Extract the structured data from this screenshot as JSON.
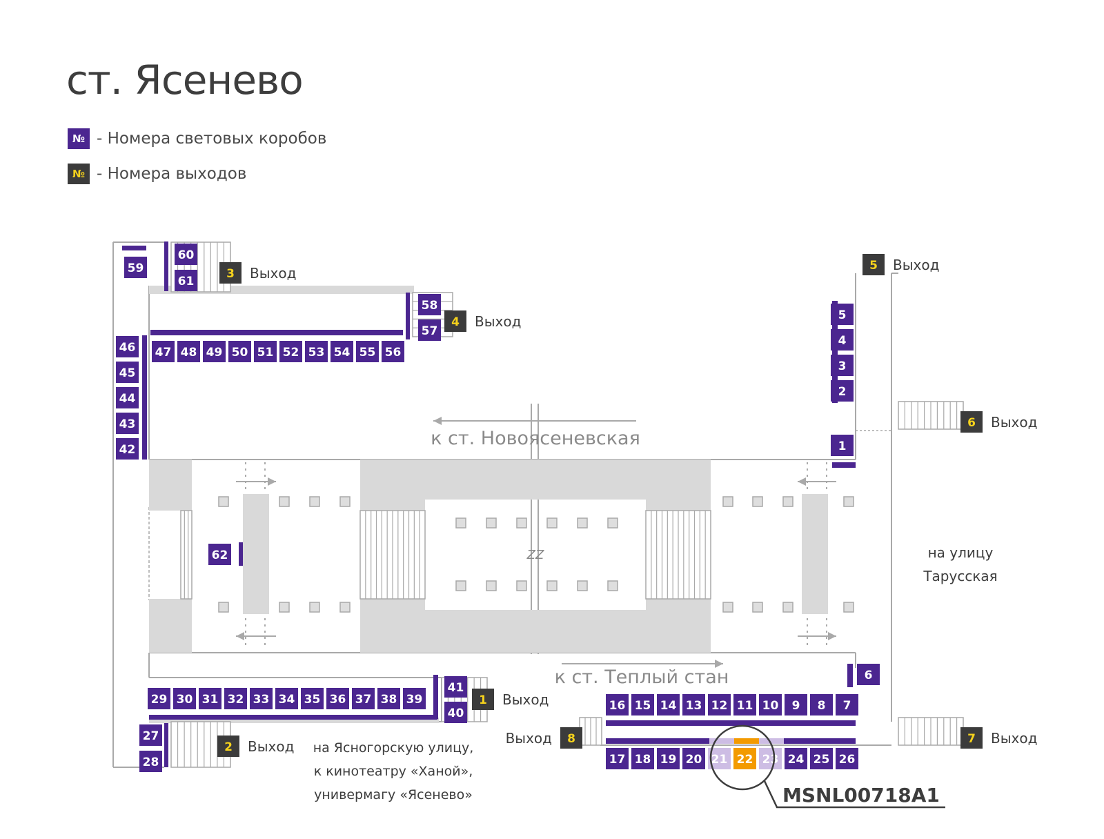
{
  "title": "ст. Ясенево",
  "legend": [
    {
      "symbol": "№",
      "label": "- Номера световых коробов",
      "kind": "box"
    },
    {
      "symbol": "№",
      "label": "- Номера выходов",
      "kind": "exit"
    }
  ],
  "colors": {
    "box": "#4b2690",
    "box_faded": "#cdbde4",
    "highlight": "#f39a00",
    "exit_bg": "#3b3b3b",
    "exit_text": "#f5d21c",
    "wall": "#a9a9a9",
    "block": "#d9d9d9",
    "text_gray": "#8a8a8a"
  },
  "exit_word": "Выход",
  "directions": {
    "novoyasenevskaya": "к ст. Новоясеневская",
    "teply_stan": "к ст. Теплый стан",
    "zz": "ZZ"
  },
  "street_tarusskaya": [
    "на улицу",
    "Тарусская"
  ],
  "street_yasnogorskaya": [
    "на Ясногорскую улицу,",
    "к кинотеатру «Ханой»,",
    "универмагу «Ясенево»"
  ],
  "callout_code": "MSNL00718A1",
  "highlighted_box": "22",
  "faded_boxes": [
    "21",
    "23"
  ],
  "boxes": [
    "1",
    "2",
    "3",
    "4",
    "5",
    "6",
    "7",
    "8",
    "9",
    "10",
    "11",
    "12",
    "13",
    "14",
    "15",
    "16",
    "17",
    "18",
    "19",
    "20",
    "21",
    "22",
    "23",
    "24",
    "25",
    "26",
    "27",
    "28",
    "29",
    "30",
    "31",
    "32",
    "33",
    "34",
    "35",
    "36",
    "37",
    "38",
    "39",
    "40",
    "41",
    "42",
    "43",
    "44",
    "45",
    "46",
    "47",
    "48",
    "49",
    "50",
    "51",
    "52",
    "53",
    "54",
    "55",
    "56",
    "57",
    "58",
    "59",
    "60",
    "61",
    "62"
  ],
  "exits": [
    "1",
    "2",
    "3",
    "4",
    "5",
    "6",
    "7",
    "8"
  ]
}
